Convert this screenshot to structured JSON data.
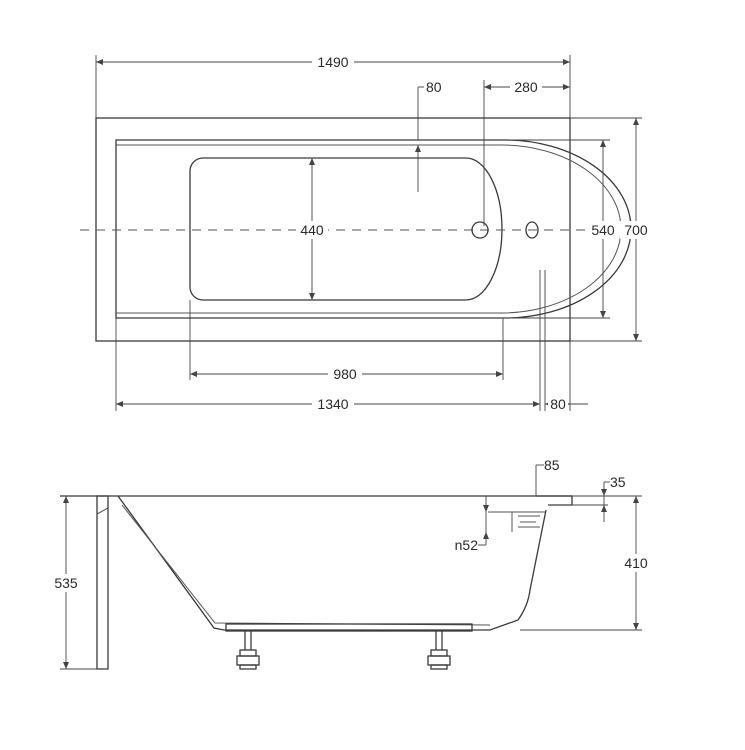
{
  "top_view": {
    "dim_overall_length": "1490",
    "dim_rim_width": "80",
    "dim_end_rim": "280",
    "dim_inner_width": "440",
    "dim_outer_inner_width": "540",
    "dim_overall_width": "700",
    "dim_inner_length": "980",
    "dim_basin_length": "1340",
    "dim_end_offset": "80"
  },
  "side_view": {
    "dim_top_rim": "85",
    "dim_edge": "35",
    "dim_drain": "n52",
    "dim_depth": "410",
    "dim_total_height": "535"
  },
  "colors": {
    "line": "#3a3a3a",
    "text": "#2a2a2a",
    "background": "#ffffff"
  }
}
